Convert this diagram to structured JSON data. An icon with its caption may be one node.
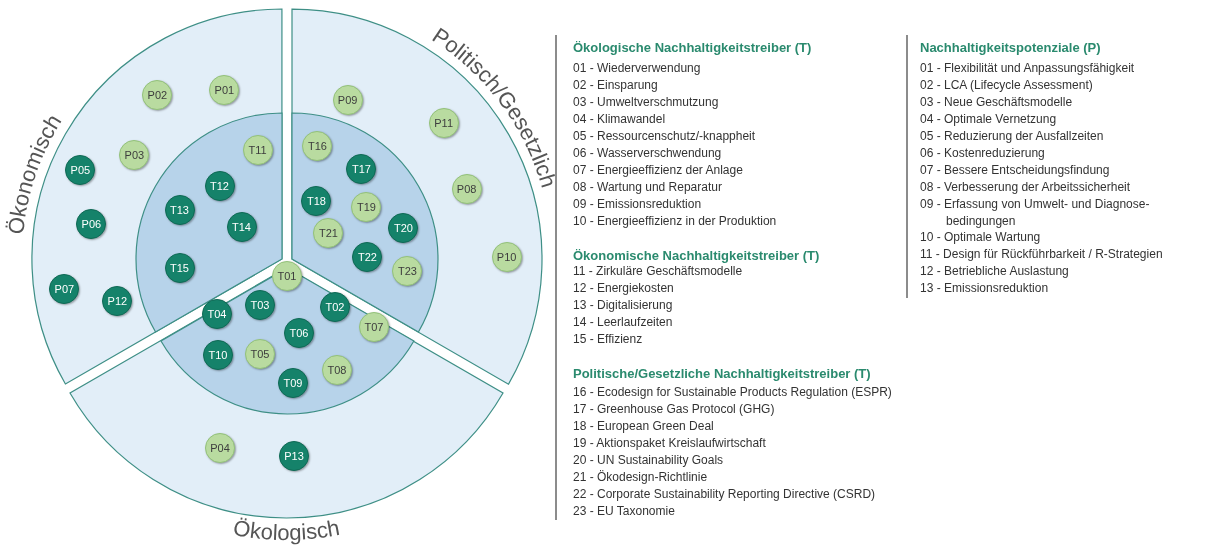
{
  "diagram": {
    "nodes": [
      {
        "text": [
          "Ökonomisch"
        ]
      },
      {
        "text": [
          "P02"
        ],
        "in": 0
      },
      {
        "text": [
          "P01"
        ],
        "in": 0
      },
      {
        "text": [
          "P03"
        ],
        "in": 0
      },
      {
        "text": [
          "P05"
        ],
        "in": 0
      },
      {
        "text": [
          "P06"
        ],
        "in": 0
      },
      {
        "text": [
          "P07"
        ],
        "in": 0
      },
      {
        "text": [
          "P12"
        ],
        "in": 0
      },
      {
        "text": [],
        "shape": "sector",
        "in": 0
      },
      {
        "text": [
          "T11"
        ],
        "in": 8
      },
      {
        "text": [
          "T12"
        ],
        "in": 8
      },
      {
        "text": [
          "T13"
        ],
        "in": 8
      },
      {
        "text": [
          "T14"
        ],
        "in": 8
      },
      {
        "text": [
          "T15"
        ],
        "in": 8
      },
      {
        "text": [
          "Politisch/Gesetzlich"
        ]
      },
      {
        "text": [
          "P09"
        ],
        "in": 14
      },
      {
        "text": [
          "P11"
        ],
        "in": 14
      },
      {
        "text": [
          "P08"
        ],
        "in": 14
      },
      {
        "text": [
          "P10"
        ],
        "in": 14
      },
      {
        "text": [],
        "shape": "sector",
        "in": 14
      },
      {
        "text": [
          "T16"
        ],
        "in": 19
      },
      {
        "text": [
          "T17"
        ],
        "in": 19
      },
      {
        "text": [
          "T18"
        ],
        "in": 19
      },
      {
        "text": [
          "T19"
        ],
        "in": 19
      },
      {
        "text": [
          "T21"
        ],
        "in": 19
      },
      {
        "text": [
          "T20"
        ],
        "in": 19
      },
      {
        "text": [
          "T22"
        ],
        "in": 19
      },
      {
        "text": [
          "T23"
        ],
        "in": 19
      },
      {
        "text": [
          "Ökologisch"
        ]
      },
      {
        "text": [],
        "shape": "sector",
        "in": 28
      },
      {
        "text": [
          "T01"
        ],
        "in": 29
      },
      {
        "text": [
          "T03"
        ],
        "in": 29
      },
      {
        "text": [
          "T02"
        ],
        "in": 29
      },
      {
        "text": [
          "T04"
        ],
        "in": 29
      },
      {
        "text": [
          "T06"
        ],
        "in": 29
      },
      {
        "text": [
          "T07"
        ],
        "in": 29
      },
      {
        "text": [
          "T10"
        ],
        "in": 29
      },
      {
        "text": [
          "T05"
        ],
        "in": 29
      },
      {
        "text": [
          "T08"
        ],
        "in": 29
      },
      {
        "text": [
          "T09"
        ],
        "in": 29
      },
      {
        "text": [
          "P04"
        ],
        "in": 28
      },
      {
        "text": [
          "P13"
        ],
        "in": 28
      }
    ],
    "labels": [
      "Ökologische Nachhaltigkeitstreiber (T)",
      "01 - Wiederverwendung",
      "02 - Einsparung",
      "03 - Umweltverschmutzung",
      "04 - Klimawandel",
      "05 - Ressourcenschutz/-knappheit",
      "06 - Wasserverschwendung",
      "07 - Energieeffizienz der Anlage",
      "08 - Wartung und Reparatur",
      "09 - Emissionsreduktion",
      "10 - Energieeffizienz in der Produktion",
      "Ökonomische Nachhaltigkeitstreiber (T)",
      "11 - Zirkuläre Geschäftsmodelle",
      "12 - Energiekosten",
      "13 - Digitalisierung",
      "14 - Leerlaufzeiten",
      "15 - Effizienz",
      "Politische/Gesetzliche Nachhaltigkeitstreiber (T)",
      "16 - Ecodesign for Sustainable Products Regulation (ESPR)",
      "17 - Greenhouse Gas Protocol (GHG)",
      "18 - European Green Deal",
      "19 - Aktionspaket Kreislaufwirtschaft",
      "20 - UN Sustainability Goals",
      "21 - Ökodesign-Richtlinie",
      "22 - Corporate Sustainability Reporting Directive (CSRD)",
      "23 - EU Taxonomie",
      "Nachhaltigkeitspotenziale (P)",
      "01 - Flexibilität und Anpassungsfähigkeit",
      "02 - LCA (Lifecycle Assessment)",
      "03 - Neue Geschäftsmodelle",
      "04 - Optimale Vernetzung",
      "05 - Reduzierung der Ausfallzeiten",
      "06 - Kostenreduzierung",
      "07 - Bessere Entscheidungsfindung",
      "08 - Verbesserung der Arbeitssicherheit",
      "09 - Erfassung von Umwelt- und Diagnose- bedingungen",
      "10 - Optimale Wartung",
      "11 - Design für Rückführbarkeit / R-Strategien",
      "12 - Betriebliche Auslastung",
      "13 - Emissionsreduktion"
    ]
  }
}
